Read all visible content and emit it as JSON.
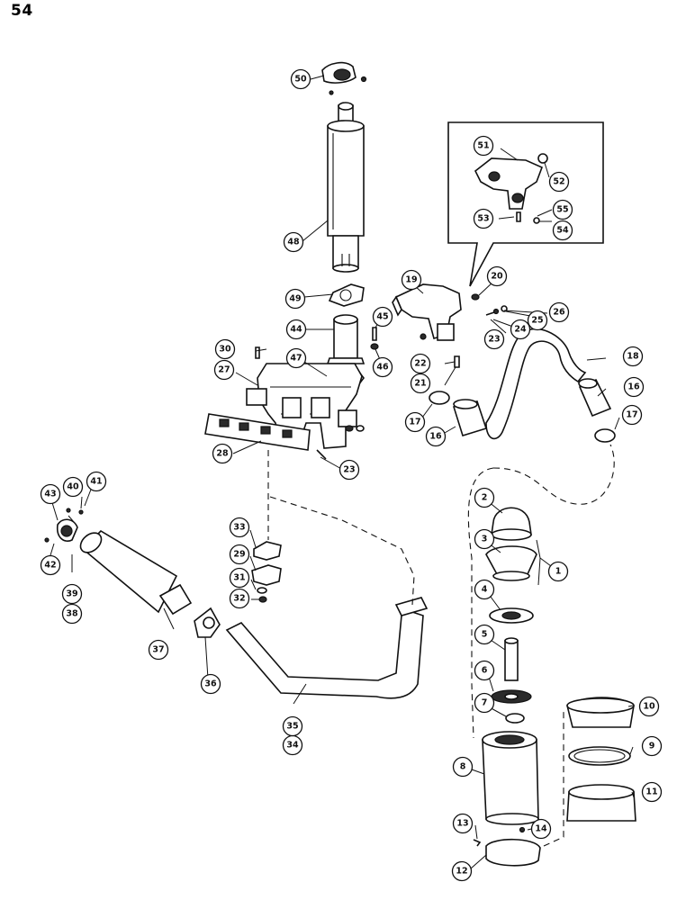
{
  "page": {
    "number": "54"
  },
  "callouts": [
    "1",
    "2",
    "3",
    "4",
    "5",
    "6",
    "7",
    "8",
    "9",
    "10",
    "11",
    "12",
    "13",
    "14",
    "16",
    "16",
    "17",
    "17",
    "18",
    "19",
    "20",
    "21",
    "22",
    "23",
    "23",
    "24",
    "25",
    "26",
    "27",
    "28",
    "29",
    "30",
    "31",
    "32",
    "33",
    "34",
    "35",
    "36",
    "37",
    "38",
    "39",
    "40",
    "41",
    "42",
    "43",
    "44",
    "45",
    "46",
    "47",
    "48",
    "49",
    "50",
    "51",
    "52",
    "53",
    "54",
    "55"
  ],
  "colors": {
    "ink": "#111111",
    "paper": "#ffffff"
  }
}
